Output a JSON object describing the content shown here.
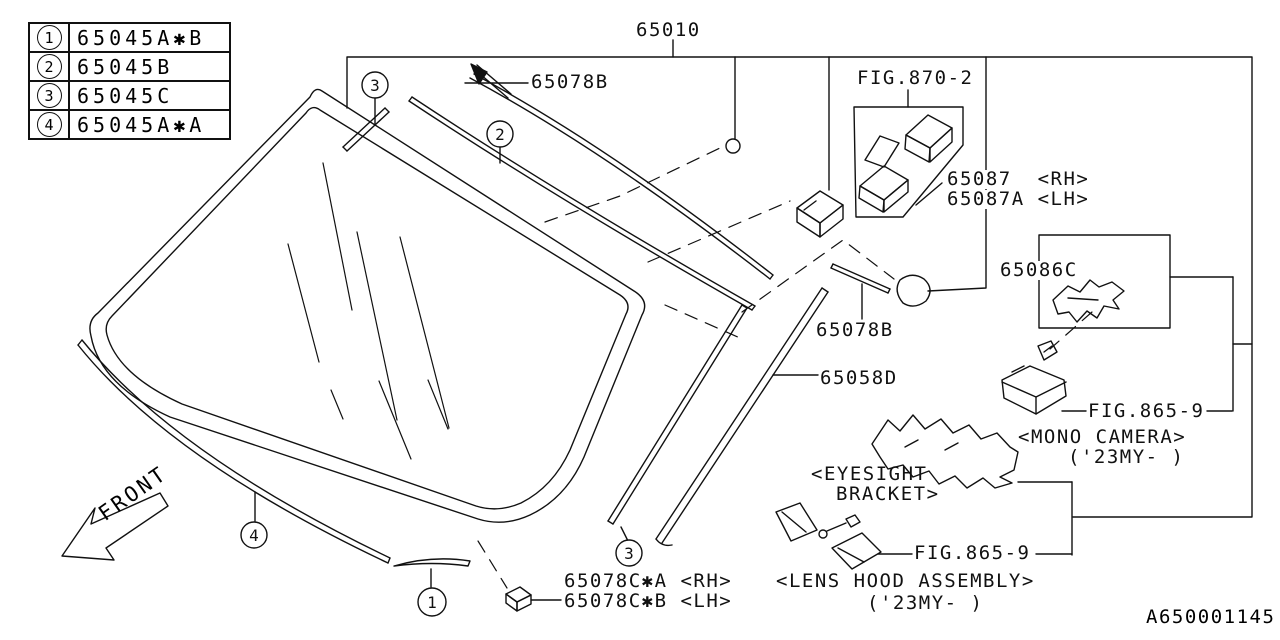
{
  "legend": {
    "rows": [
      {
        "num": "1",
        "code": "65045A✱B"
      },
      {
        "num": "2",
        "code": "65045B"
      },
      {
        "num": "3",
        "code": "65045C"
      },
      {
        "num": "4",
        "code": "65045A✱A"
      }
    ]
  },
  "labels": {
    "glass_assy": "65010",
    "molding_top": "65078B",
    "fig870": "FIG.870-2",
    "cover_rh": "65087  <RH>",
    "cover_lh": "65087A <LH>",
    "bracket_camera": "65086C",
    "molding_mid": "65078B",
    "molding_side": "65058D",
    "fig865_mono": "FIG.865-9",
    "mono_camera": "<MONO CAMERA>",
    "mono_my": "('23MY- )",
    "eyesight_line1": "<EYESIGHT",
    "eyesight_line2": "BRACKET>",
    "fig865_lens": "FIG.865-9",
    "lens_hood": "<LENS HOOD ASSEMBLY>",
    "lens_my": "('23MY- )",
    "clip_rh": "65078C✱A <RH>",
    "clip_lh": "65078C✱B <LH>",
    "front": "FRONT",
    "doc_number": "A650001145"
  },
  "callouts": {
    "c1": "1",
    "c2": "2",
    "c3": "3",
    "c4": "4"
  },
  "colors": {
    "line": "#111111",
    "background": "#ffffff"
  }
}
